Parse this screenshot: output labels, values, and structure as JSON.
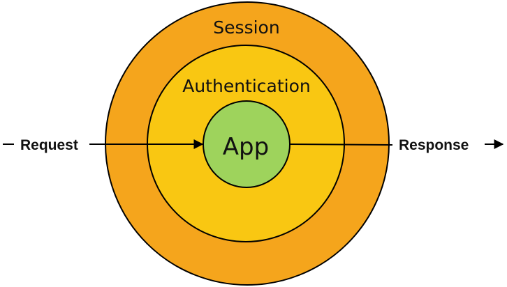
{
  "diagram": {
    "layers": {
      "outer": {
        "label": "Session",
        "color": "#f5a51c"
      },
      "middle": {
        "label": "Authentication",
        "color": "#f9c712"
      },
      "core": {
        "label": "App",
        "color": "#9ed35c"
      }
    },
    "flow": {
      "input_label": "Request",
      "output_label": "Response"
    },
    "stroke_color": "#000000"
  }
}
